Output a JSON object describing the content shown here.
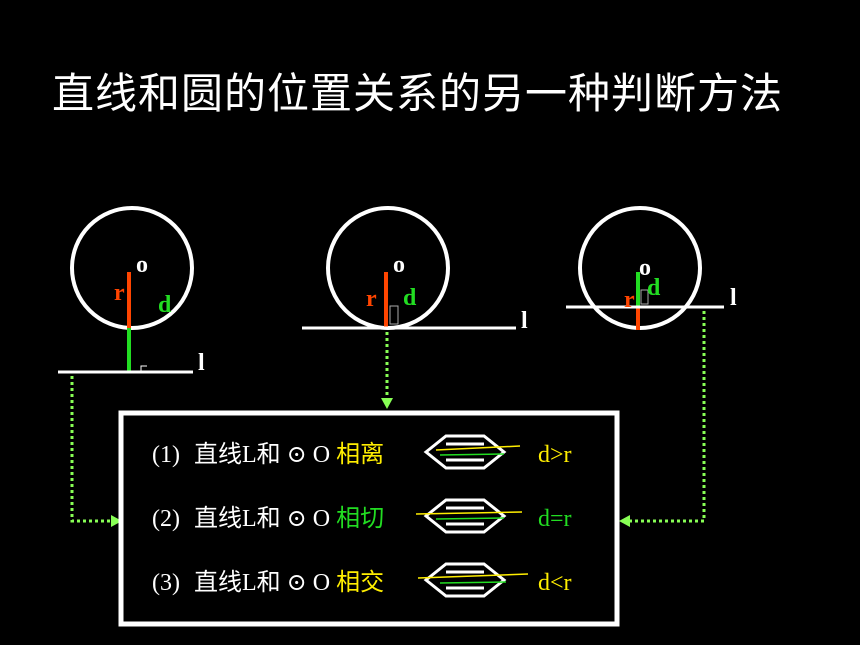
{
  "title": "直线和圆的位置关系的另一种判断方法",
  "labels": {
    "center": "o",
    "radius": "r",
    "distance": "d",
    "line": "l"
  },
  "colors": {
    "radius": "#ff4500",
    "distance": "#22dd22",
    "yellow": "#ffee00",
    "white": "#ffffff",
    "dotted": "#88ff55"
  },
  "rows": [
    {
      "num": "(1)",
      "prefix": "直线L和",
      "symbol": "⊙",
      "circle": "O",
      "relation": "相离",
      "relation_color": "#ffee00",
      "condition": "d>r",
      "condition_color": "#ffee00"
    },
    {
      "num": "(2)",
      "prefix": "直线L和",
      "symbol": "⊙",
      "circle": "O",
      "relation": "相切",
      "relation_color": "#22dd22",
      "condition": "d=r",
      "condition_color": "#22dd22"
    },
    {
      "num": "(3)",
      "prefix": "直线L和",
      "symbol": "⊙",
      "circle": "O",
      "relation": "相交",
      "relation_color": "#ffee00",
      "condition": "d<r",
      "condition_color": "#ffee00"
    }
  ]
}
